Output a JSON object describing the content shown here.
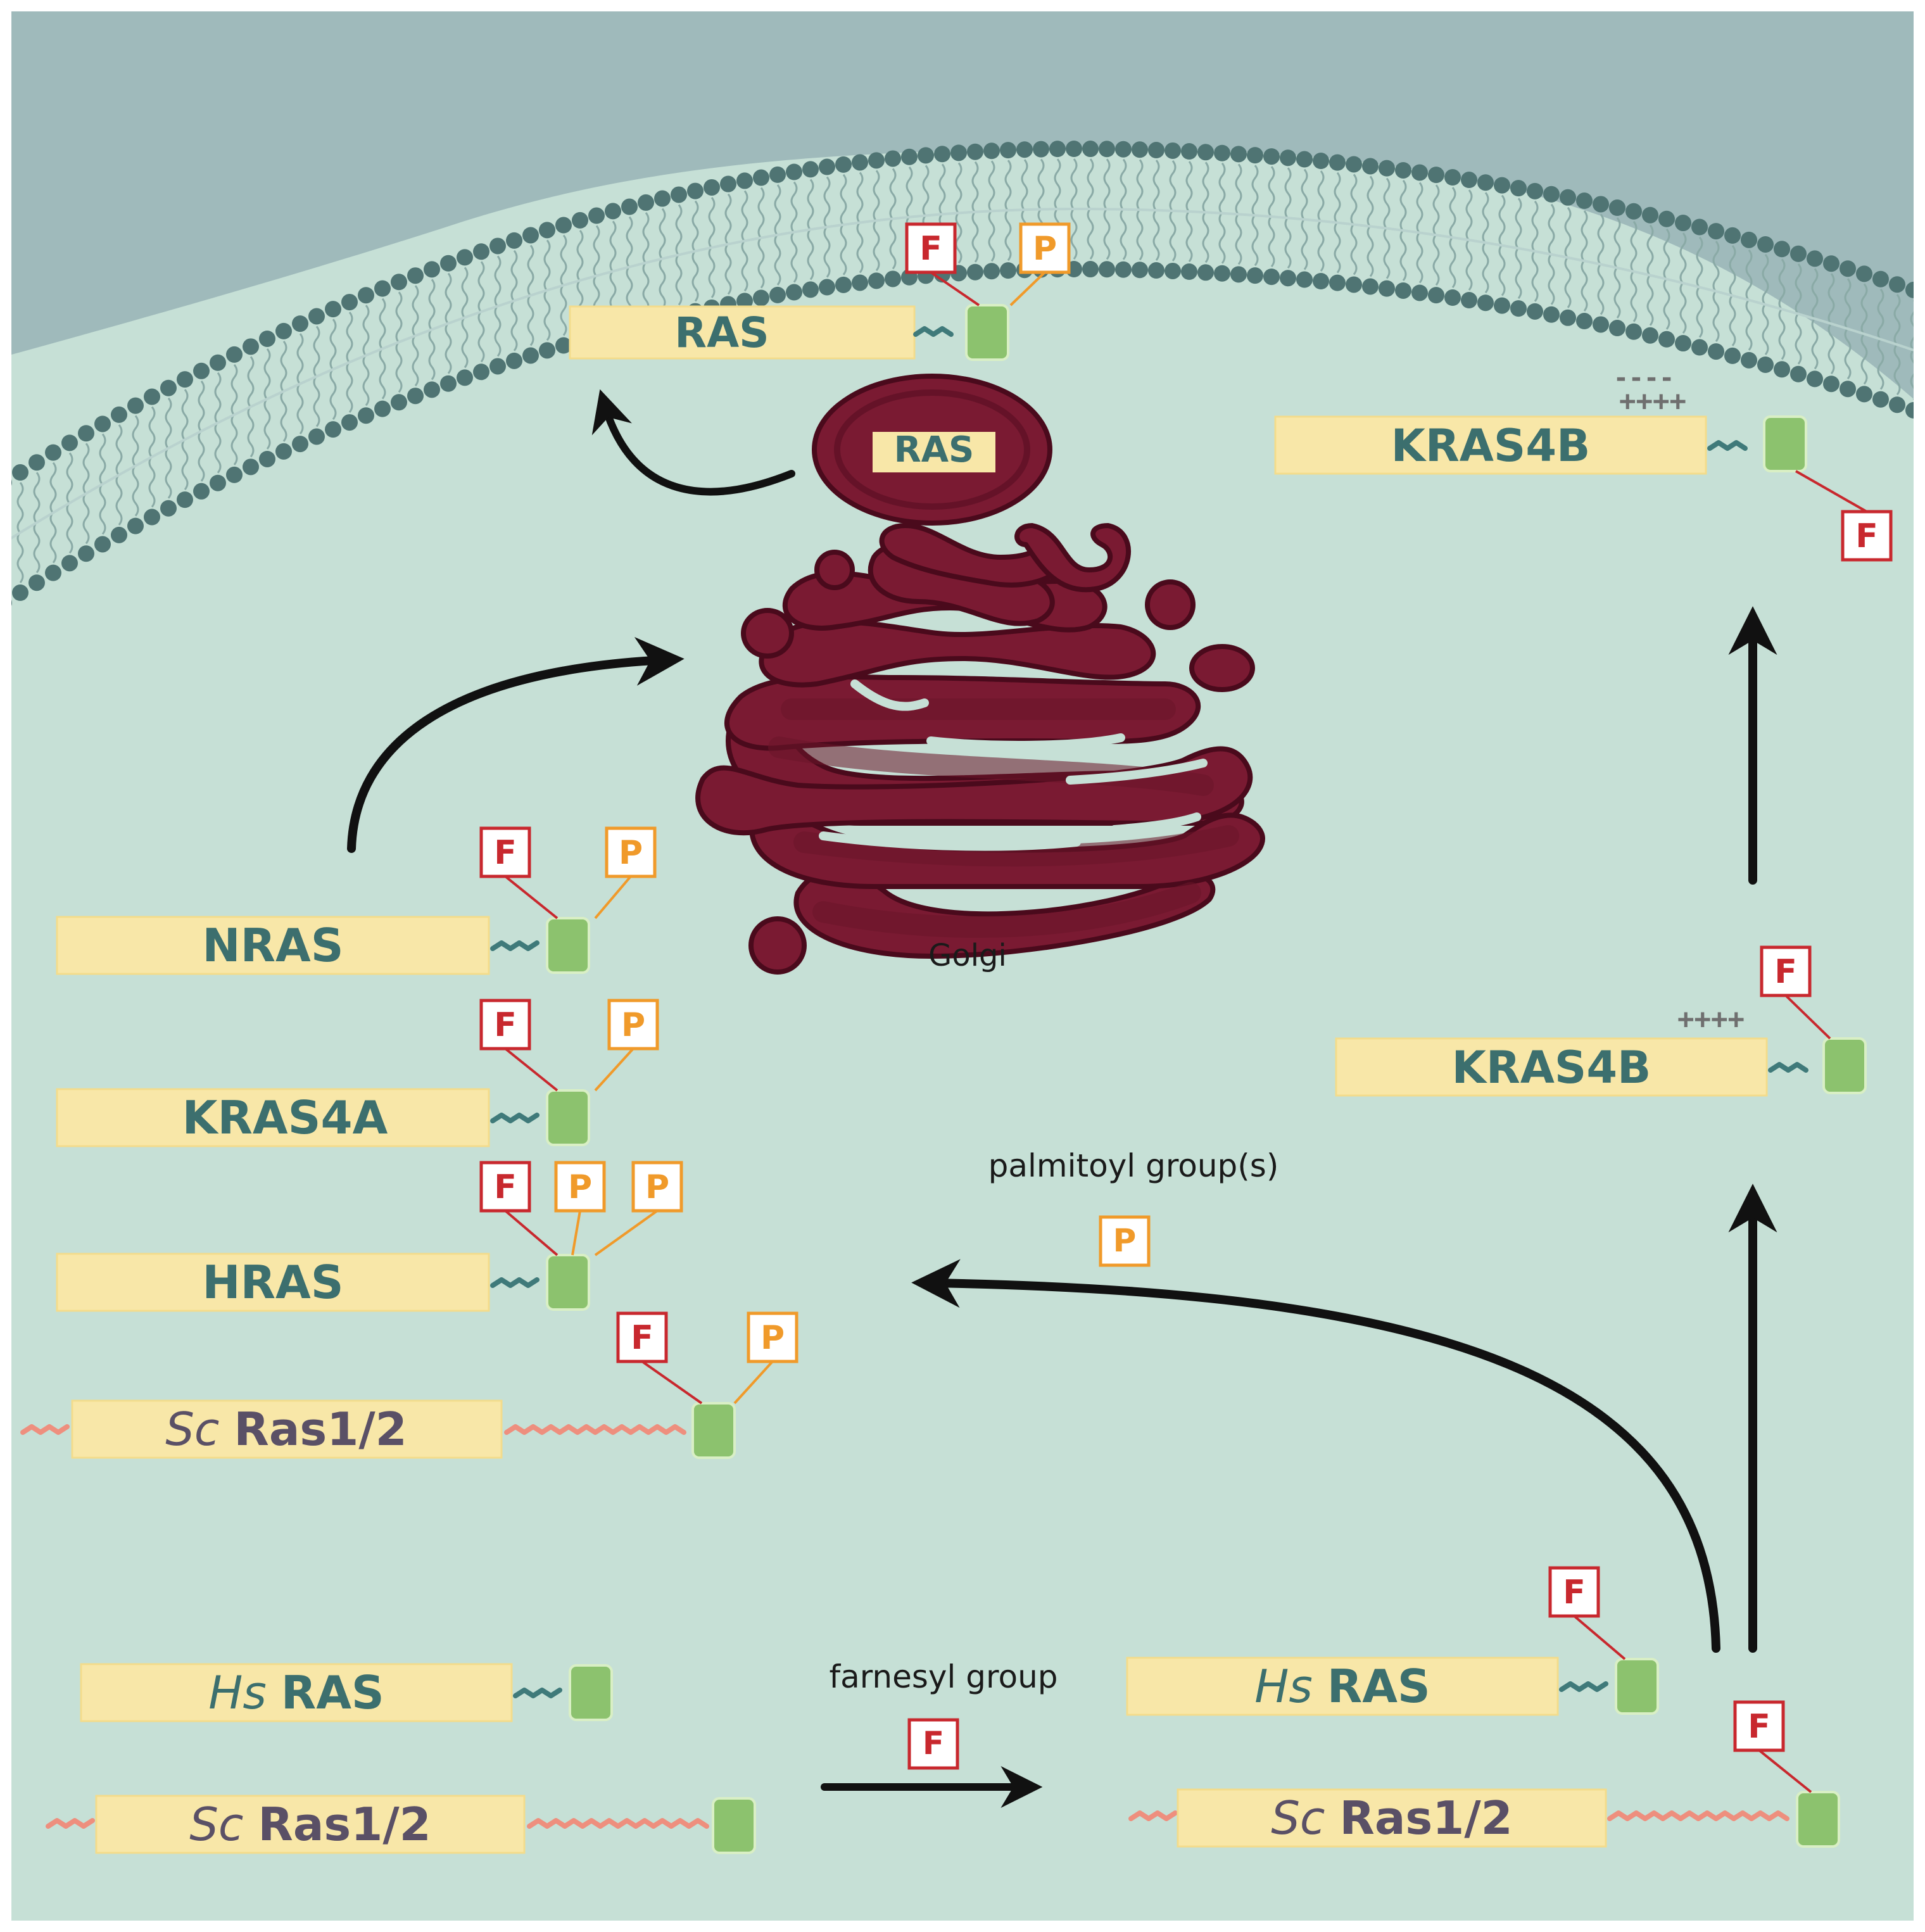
{
  "labels": {
    "ras_membrane": "RAS",
    "ras_vesicle": "RAS",
    "kras4b_top": "KRAS4B",
    "kras4b_mid": "KRAS4B",
    "nras": "NRAS",
    "kras4a": "KRAS4A",
    "hras": "HRAS",
    "sc_prefix": "Sc",
    "sc_name": "Ras1/2",
    "hs_prefix": "Hs",
    "hs_name": "RAS",
    "golgi": "Golgi",
    "palmitoyl": "palmitoyl group(s)",
    "farnesyl": "farnesyl group"
  },
  "tags": {
    "farnesyl": "F",
    "palmitoyl": "P"
  },
  "charges": {
    "negative": "----",
    "positive": "++++"
  },
  "colors": {
    "extracellular": "#9fbabb",
    "cytoplasm": "#c6e0d6",
    "membrane_head": "#4f7473",
    "protein_box": "#f8e7a8",
    "anchor": "#8cc26e",
    "golgi": "#7a1a32",
    "farnesyl": "#c8282e",
    "palmitoyl": "#f09a2a",
    "linker_human": "#3f7a7a",
    "linker_yeast": "#ee8f7e"
  }
}
